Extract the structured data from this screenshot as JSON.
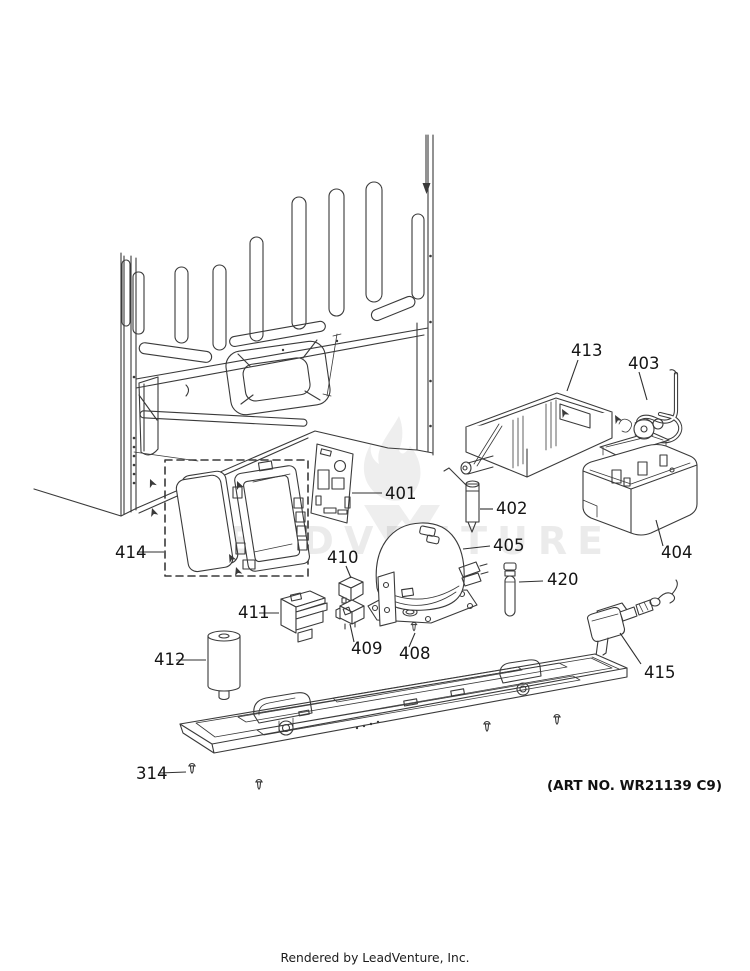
{
  "diagram": {
    "watermark": "LEADVENTURE",
    "art_no": "(ART NO. WR21139 C9)",
    "credit": "Rendered by LeadVenture, Inc.",
    "colors": {
      "line": "#3a3a3a",
      "label": "#141414",
      "background": "#ffffff",
      "watermark": "#e9e9e9"
    },
    "callouts": {
      "c314": "314",
      "c401": "401",
      "c402": "402",
      "c403": "403",
      "c404": "404",
      "c405": "405",
      "c408": "408",
      "c409": "409",
      "c410": "410",
      "c411": "411",
      "c412": "412",
      "c413": "413",
      "c414": "414",
      "c415": "415",
      "c420": "420"
    }
  }
}
